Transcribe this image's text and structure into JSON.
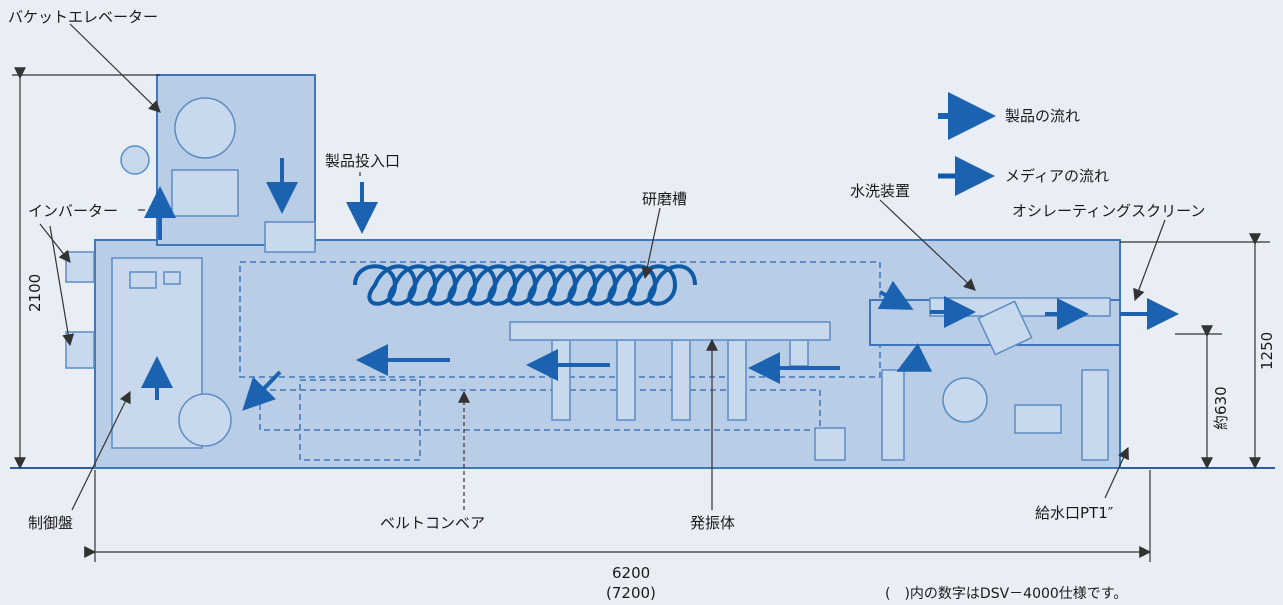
{
  "labels": {
    "bucket_elevator": "バケットエレベーター",
    "product_inlet": "製品投入口",
    "inverter": "インバーター",
    "polishing_tank": "研磨槽",
    "washing_device": "水洗装置",
    "oscillating_screen": "オシレーティングスクリーン",
    "control_panel": "制御盤",
    "belt_conveyor": "ベルトコンベア",
    "vibrator": "発振体",
    "water_inlet": "給水口PT1″"
  },
  "legend": {
    "product_flow": "製品の流れ",
    "media_flow": "メディアの流れ"
  },
  "dimensions": {
    "height_total": "2100",
    "height_tank": "1250",
    "height_screen": "約630",
    "width": "6200",
    "width_alt": "(7200)"
  },
  "footnote": "(　)内の数字はDSV－4000仕様です。",
  "colors": {
    "background": "#e9eef5",
    "machine_fill": "#b9cde6",
    "machine_stroke": "#3f78b8",
    "flow_arrow": "#1b63b0"
  }
}
